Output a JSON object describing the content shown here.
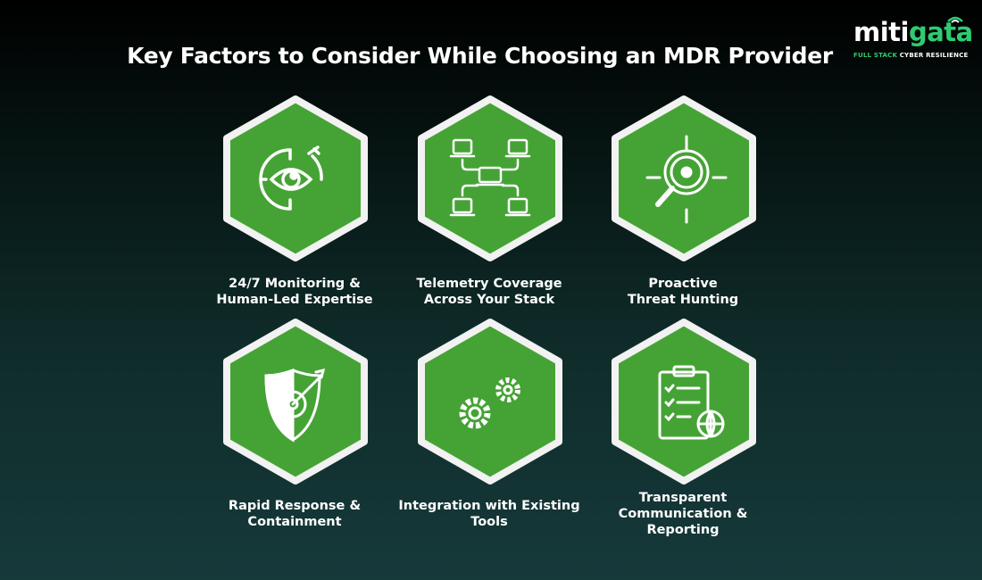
{
  "title": "Key Factors to Consider While Choosing an MDR Provider",
  "logo": {
    "word_white": "miti",
    "word_green": "gata",
    "tag_green": "FULL STACK",
    "tag_white": "CYBER RESILIENCE"
  },
  "colors": {
    "hex_fill": "#45a335",
    "hex_border": "#f2f2f2",
    "accent": "#2ecc71"
  },
  "factors": [
    {
      "line1": "24/7 Monitoring &",
      "line2": "Human-Led Expertise",
      "line3": "",
      "icon": "eye-stopwatch-icon"
    },
    {
      "line1": "Telemetry Coverage",
      "line2": "Across Your Stack",
      "line3": "",
      "icon": "network-devices-icon"
    },
    {
      "line1": "Proactive",
      "line2": "Threat Hunting",
      "line3": "",
      "icon": "magnifier-target-icon"
    },
    {
      "line1": "Rapid Response &",
      "line2": "Containment",
      "line3": "",
      "icon": "shield-target-icon"
    },
    {
      "line1": "Integration with Existing",
      "line2": "Tools",
      "line3": "",
      "icon": "gears-icon"
    },
    {
      "line1": "Transparent",
      "line2": "Communication &",
      "line3": "Reporting",
      "icon": "clipboard-globe-icon"
    }
  ]
}
